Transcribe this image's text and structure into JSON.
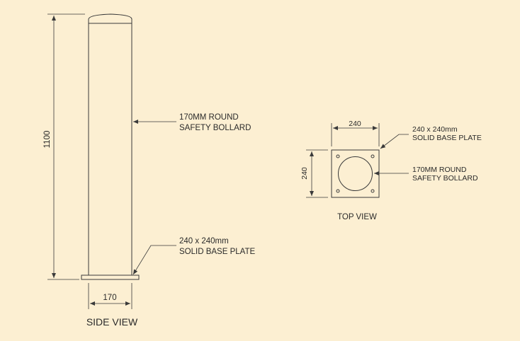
{
  "side_view": {
    "title": "SIDE VIEW",
    "height_dim": "1100",
    "width_dim": "170",
    "callout_bollard": [
      "170MM ROUND",
      "SAFETY BOLLARD"
    ],
    "callout_plate": [
      "240 x 240mm",
      "SOLID BASE PLATE"
    ]
  },
  "top_view": {
    "title": "TOP VIEW",
    "width_dim": "240",
    "height_dim": "240",
    "callout_plate": [
      "240 x 240mm",
      "SOLID BASE PLATE"
    ],
    "callout_bollard": [
      "170MM ROUND",
      "SAFETY BOLLARD"
    ]
  },
  "colors": {
    "background": "#fcefd2",
    "line": "#3a3a3a"
  }
}
